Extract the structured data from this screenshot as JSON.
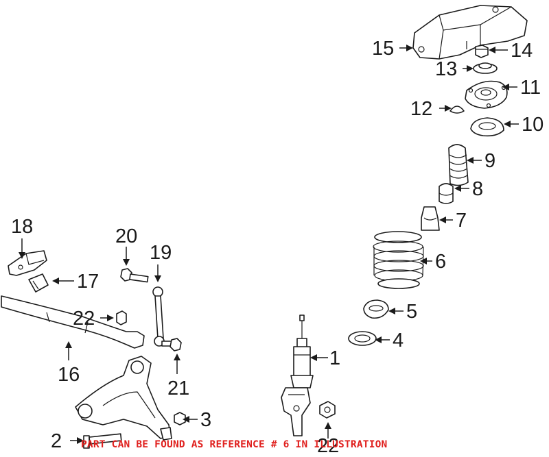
{
  "callouts": {
    "c1": "1",
    "c2": "2",
    "c3": "3",
    "c4": "4",
    "c5": "5",
    "c6": "6",
    "c7": "7",
    "c8": "8",
    "c9": "9",
    "c10": "10",
    "c11": "11",
    "c12": "12",
    "c13": "13",
    "c14": "14",
    "c15": "15",
    "c16": "16",
    "c17": "17",
    "c18": "18",
    "c19": "19",
    "c20": "20",
    "c21": "21",
    "c22a": "22",
    "c22b": "22"
  },
  "notice": "PART CAN BE FOUND AS REFERENCE # 6 IN ILLUSTRATION",
  "colors": {
    "line": "#1a1a1a",
    "notice": "#e0201e",
    "background": "#ffffff"
  }
}
